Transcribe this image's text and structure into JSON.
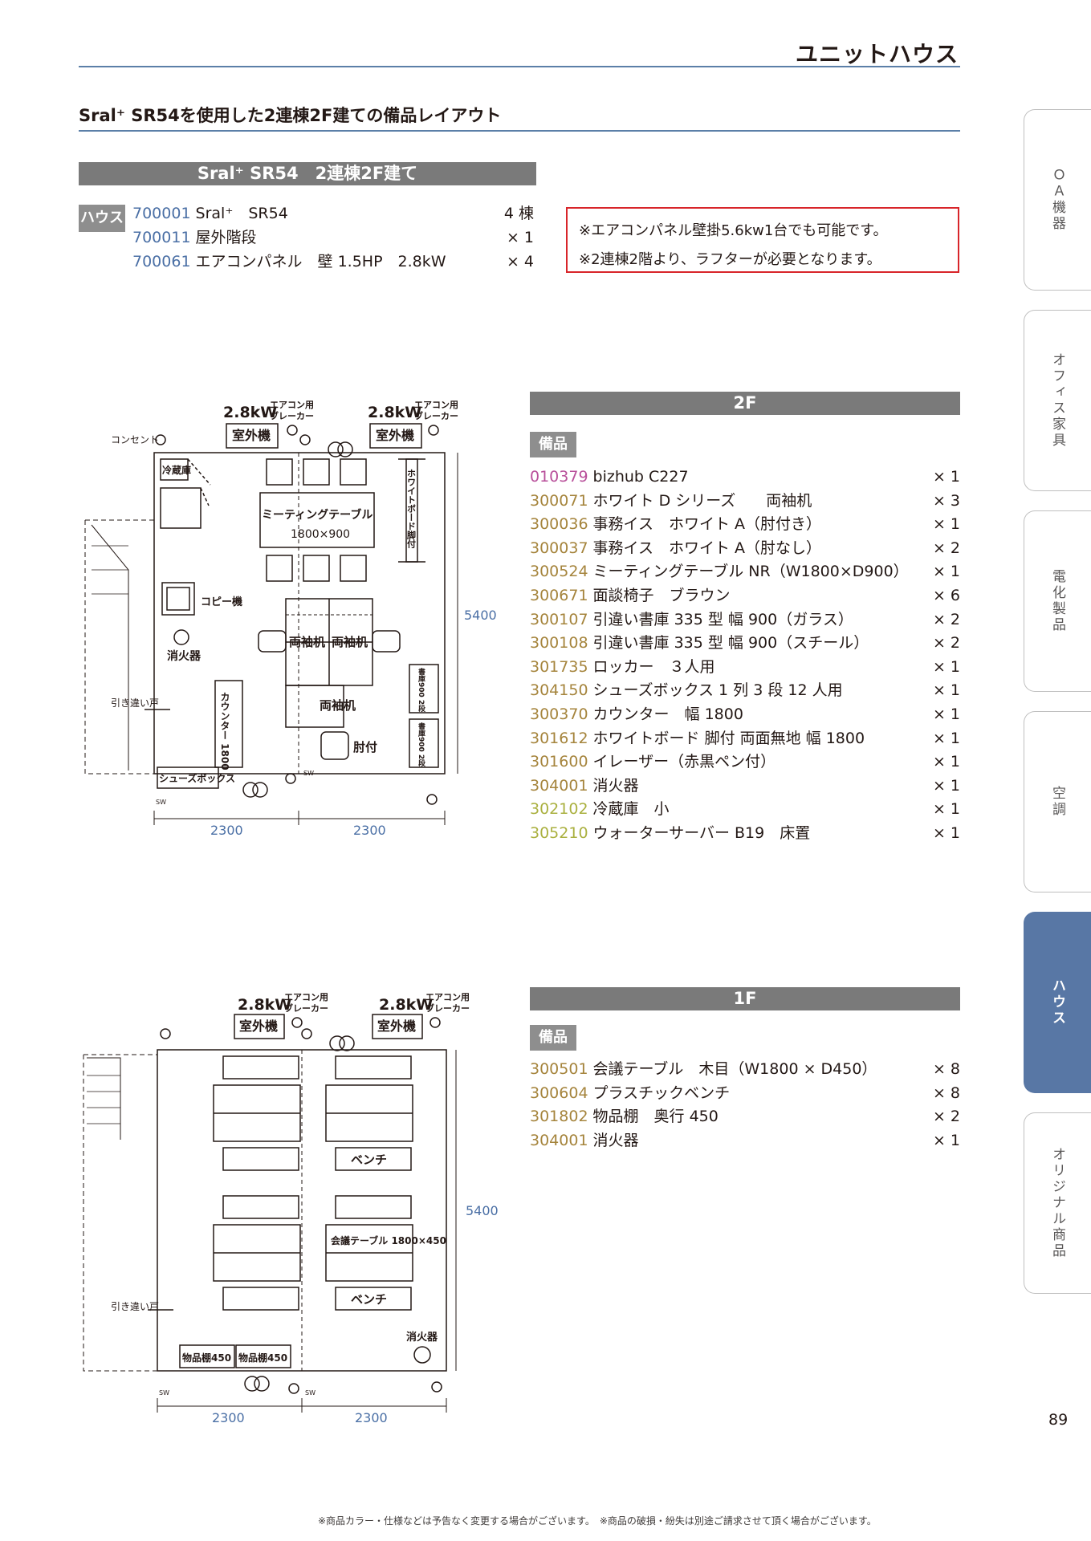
{
  "header": {
    "title": "ユニットハウス"
  },
  "section_title": "Sral⁺ SR54を使用した2連棟2F建ての備品レイアウト",
  "house_block": {
    "bar_label": "Sral⁺ SR54　2連棟2F建て",
    "tag": "ハウス",
    "items": [
      {
        "code": "700001",
        "name": "Sral⁺　SR54",
        "qty": "4 棟"
      },
      {
        "code": "700011",
        "name": "屋外階段",
        "qty": "× 1"
      },
      {
        "code": "700061",
        "name": "エアコンパネル　壁 1.5HP　2.8kW",
        "qty": "× 4"
      }
    ]
  },
  "notes": [
    "※エアコンパネル壁掛5.6kw1台でも可能です。",
    "※2連棟2階より、ラフターが必要となります。"
  ],
  "floor2": {
    "bar_label": "2F",
    "tag": "備品",
    "items": [
      {
        "code": "010379",
        "name": "bizhub C227",
        "qty": "× 1",
        "color": "#b84f9a"
      },
      {
        "code": "300071",
        "name": "ホワイト D シリーズ　　両袖机",
        "qty": "× 3",
        "color": "#a5843c"
      },
      {
        "code": "300036",
        "name": "事務イス　ホワイト A（肘付き）",
        "qty": "× 1",
        "color": "#a5843c"
      },
      {
        "code": "300037",
        "name": "事務イス　ホワイト A（肘なし）",
        "qty": "× 2",
        "color": "#a5843c"
      },
      {
        "code": "300524",
        "name": "ミーティングテーブル NR（W1800×D900）",
        "qty": "× 1",
        "color": "#a5843c"
      },
      {
        "code": "300671",
        "name": "面談椅子　ブラウン",
        "qty": "× 6",
        "color": "#a5843c"
      },
      {
        "code": "300107",
        "name": "引違い書庫 335 型 幅 900（ガラス）",
        "qty": "× 2",
        "color": "#a5843c"
      },
      {
        "code": "300108",
        "name": "引違い書庫 335 型 幅 900（スチール）",
        "qty": "× 2",
        "color": "#a5843c"
      },
      {
        "code": "301735",
        "name": "ロッカー　３人用",
        "qty": "× 1",
        "color": "#a5843c"
      },
      {
        "code": "304150",
        "name": "シューズボックス 1 列 3 段 12 人用",
        "qty": "× 1",
        "color": "#a5843c"
      },
      {
        "code": "300370",
        "name": "カウンター　幅 1800",
        "qty": "× 1",
        "color": "#a5843c"
      },
      {
        "code": "301612",
        "name": "ホワイトボード 脚付 両面無地 幅 1800",
        "qty": "× 1",
        "color": "#a5843c"
      },
      {
        "code": "301600",
        "name": "イレーザー（赤黒ペン付）",
        "qty": "× 1",
        "color": "#a5843c"
      },
      {
        "code": "304001",
        "name": "消火器",
        "qty": "× 1",
        "color": "#a5843c"
      },
      {
        "code": "302102",
        "name": "冷蔵庫　小",
        "qty": "× 1",
        "color": "#aab03f"
      },
      {
        "code": "305210",
        "name": "ウォーターサーバー B19　床置",
        "qty": "× 1",
        "color": "#aab03f"
      }
    ]
  },
  "floor1": {
    "bar_label": "1F",
    "tag": "備品",
    "items": [
      {
        "code": "300501",
        "name": "会議テーブル　木目（W1800 × D450）",
        "qty": "× 8",
        "color": "#a5843c"
      },
      {
        "code": "300604",
        "name": "プラスチックベンチ",
        "qty": "× 8",
        "color": "#a5843c"
      },
      {
        "code": "301802",
        "name": "物品棚　奥行 450",
        "qty": "× 2",
        "color": "#a5843c"
      },
      {
        "code": "304001",
        "name": "消火器",
        "qty": "× 1",
        "color": "#a5843c"
      }
    ]
  },
  "plan2f": {
    "kw": "2.8kW",
    "breaker_l1": "エアコン用",
    "breaker_l2": "ブレーカー",
    "outdoor": "室外機",
    "outlet": "コンセント",
    "fridge": "冷蔵庫",
    "meeting_l1": "ミーティングテーブル",
    "meeting_l2": "1800×900",
    "whiteboard": "ホワイトボード脚付",
    "copy": "コピー機",
    "desk": "両袖机",
    "extinguisher": "消火器",
    "sliding_door": "引き違い戸",
    "counter": "カウンター 1800",
    "shoes": "シューズボックス",
    "armchair": "肘付",
    "bookcase": "書庫900 2段",
    "dim_w1": "2300",
    "dim_w2": "2300",
    "dim_h": "5400",
    "sw": "SW"
  },
  "plan1f": {
    "kw": "2.8kW",
    "breaker_l1": "エアコン用",
    "breaker_l2": "ブレーカー",
    "outdoor": "室外機",
    "bench": "ベンチ",
    "table": "会議テーブル 1800×450",
    "sliding_door": "引き違い戸",
    "extinguisher": "消火器",
    "shelf": "物品棚450",
    "dim_w1": "2300",
    "dim_w2": "2300",
    "dim_h": "5400",
    "sw": "SW"
  },
  "side_tabs": [
    {
      "label": "ＯＡ機器",
      "active": false
    },
    {
      "label": "オフィス家具",
      "active": false
    },
    {
      "label": "電化製品",
      "active": false
    },
    {
      "label": "空調",
      "active": false
    },
    {
      "label": "ハウス",
      "active": true
    },
    {
      "label": "オリジナル商品",
      "active": false
    }
  ],
  "page_number": "89",
  "footer_text": "※商品カラー・仕様などは予告なく変更する場合がございます。　※商品の破損・紛失は別途ご請求させて頂く場合がございます。"
}
